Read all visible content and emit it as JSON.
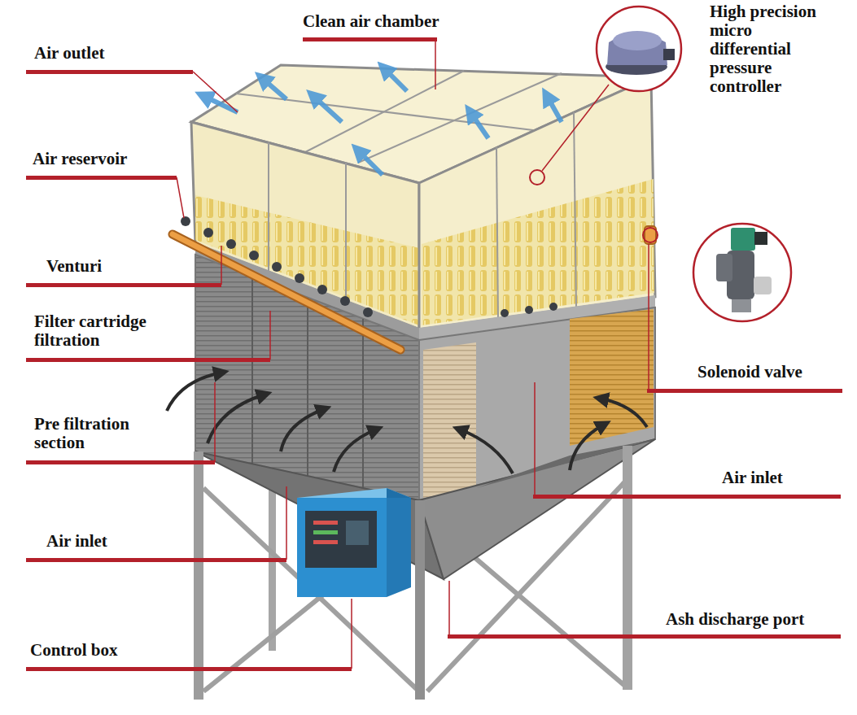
{
  "diagram": {
    "labels": [
      "Clean air chamber",
      "Air outlet",
      "High precision micro differential pressure controller",
      "Air reservoir",
      "Venturi",
      "Filter cartridge filtration",
      "Pre filtration section",
      "Solenoid valve",
      "Air inlet",
      "Air inlet",
      "Ash discharge port",
      "Control box"
    ]
  }
}
